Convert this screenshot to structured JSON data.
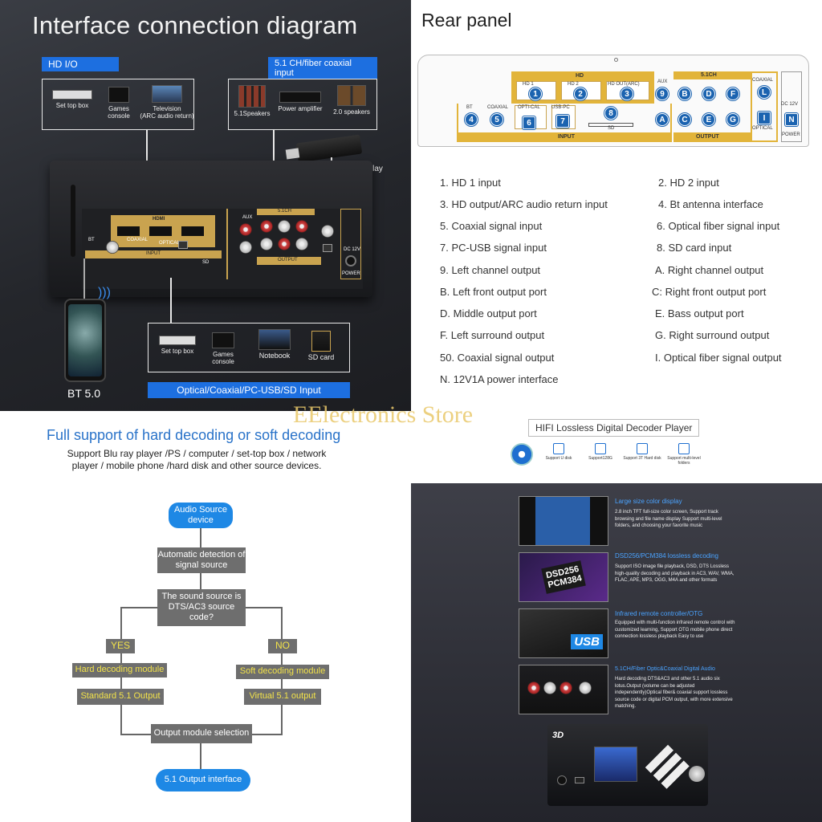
{
  "q1": {
    "title": "Interface connection diagram",
    "hd_io": "HD    I/O",
    "coax_input": "5.1 CH/fiber coaxial input",
    "top_left_devices": [
      "Set top box",
      "Games console",
      "Television\n(ARC audio return)"
    ],
    "top_right_devices": [
      "5.1Speakers",
      "Power amplifier",
      "2.0 speakers"
    ],
    "u_disk": "U disk play",
    "bottom_devices": [
      "Set top box",
      "Games console",
      "Notebook",
      "SD card"
    ],
    "input_bar": "Optical/Coaxial/PC-USB/SD Input",
    "bt": "BT 5.0",
    "panel": {
      "hdmi": "HDMI",
      "ch": "5.1CH",
      "input": "INPUT",
      "output": "OUTPUT",
      "power": "POWER",
      "coaxial": "COAXIAL",
      "optical": "OPTICAL",
      "bt": "BT",
      "aux": "AUX",
      "sd": "SD",
      "dc": "DC 12V"
    }
  },
  "q2": {
    "title": "Rear panel",
    "panel": {
      "hd": "HD",
      "ch": "5.1CH",
      "input": "INPUT",
      "output": "OUTPUT",
      "power": "POWER",
      "sd": "SD",
      "bt": "BT",
      "coaxial_in": "COAXIAL",
      "optical_in": "OPTI-CAL",
      "usb": "USB-PC",
      "aux": "AUX",
      "coaxial_out": "COAXIAL",
      "optical_out": "OPTICAL",
      "dc": "DC 12V",
      "hd1": "HD    1",
      "hd2": "HD    2",
      "hd3": "HD   OUT(ARC)"
    },
    "ports": {
      "p1": "1",
      "p2": "2",
      "p3": "3",
      "p4": "4",
      "p5": "5",
      "p6": "6",
      "p7": "7",
      "p8": "8",
      "p9": "9",
      "pA": "A",
      "pB": "B",
      "pC": "C",
      "pD": "D",
      "pE": "E",
      "pF": "F",
      "pG": "G",
      "pL": "L",
      "pI": "I",
      "pN": "N"
    },
    "legend_left": [
      "1. HD     1 input",
      "3. HD     output/ARC audio return input",
      "5. Coaxial signal input",
      "7. PC-USB signal input",
      "9. Left channel output",
      "B. Left front output port",
      "D. Middle output port",
      "F. Left surround output",
      "50. Coaxial signal output",
      "N. 12V1A power interface"
    ],
    "legend_right": [
      "2. HD     2 input",
      "4. Bt   antenna interface",
      "6. Optical fiber signal input",
      "8. SD card input",
      "A. Right channel output",
      "C: Right front output port",
      "E. Bass output port",
      "G. Right surround output",
      "I. Optical fiber signal output"
    ]
  },
  "q3": {
    "title": "Full support of hard decoding or soft decoding",
    "subtitle": "Support Blu ray player  /PS / computer / set-top box  / network player / mobile phone  /hard disk and other source devices.",
    "nodes": {
      "source": "Audio Source device",
      "detect": "Automatic detection of signal source",
      "question": "The sound source is DTS/AC3 source code?",
      "yes": "YES",
      "no": "NO",
      "hard": "Hard decoding module",
      "soft": "Soft decoding module",
      "std": "Standard 5.1 Output",
      "virt": "Virtual 5.1 output",
      "select": "Output module selection",
      "out": "5.1 Output interface"
    }
  },
  "q4": {
    "store": "EElectronics Store",
    "header": "HIFI Lossless Digital Decoder Player",
    "icons": [
      "Support U disk",
      "Support128G",
      "Support 3T Hard disk",
      "Support multi-level folders"
    ],
    "features": [
      {
        "title": "Large size color display",
        "text": "2.8 inch TFT full-size color screen, Support track browsing and file name display Support multi-level folders, and choosing your favorite music"
      },
      {
        "title": "DSD256/PCM384 lossless decoding",
        "text": "Support ISO image file playback, DSD, DTS Lossless high-quality decoding and playback in AC3, WAV, WMA, FLAC, APE, MP3, OGG, M4A and other formats"
      },
      {
        "title": "Infrared remote controller/OTG",
        "text": "Equipped with multi-function infrared remote control with customized learning, Support OTG mobile phone direct connection lossless playback Easy to use"
      },
      {
        "title": "5.1CH/Fiber Optic&Coaxial Digital Audio",
        "text": "Hard decoding DTS&AC3 and other 5.1 audio six lotus.Output (volume can be adjusted independently)Optical fiber& coaxial support lossless source code or digital PCM output, with more extensive matching."
      }
    ],
    "chip": "DSD256 PCM384",
    "usb": "USB",
    "badge": "3D"
  }
}
